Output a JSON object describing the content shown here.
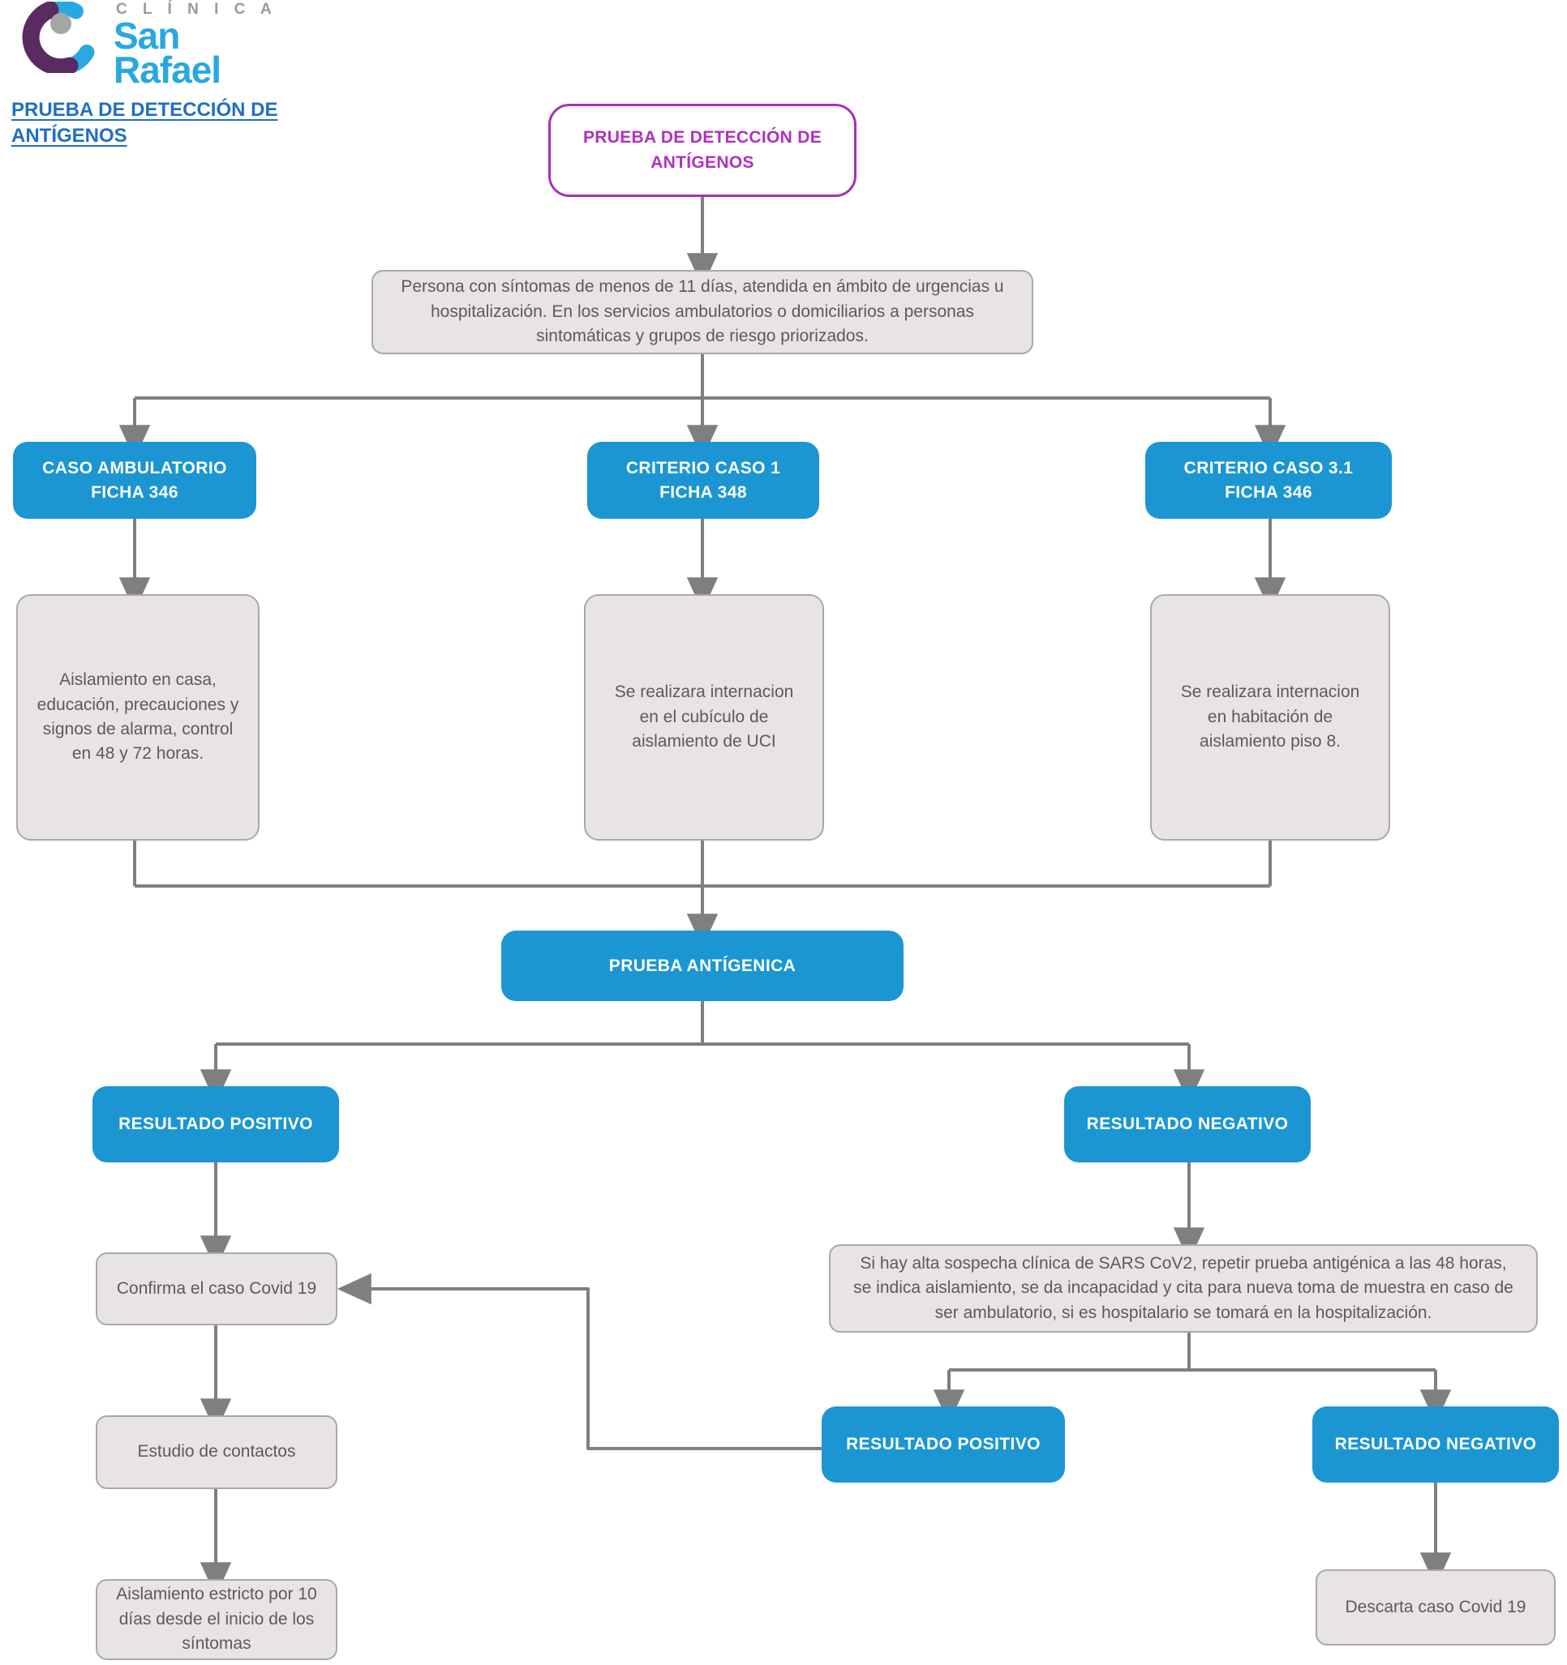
{
  "brand": {
    "logo_icon": "clinic-circle-logo",
    "clinica": "C L Í N I C A",
    "san": "San",
    "rafael": "Rafael",
    "colors": {
      "purple": "#5b2a62",
      "blue": "#29a8e0",
      "gray": "#9a9a9a"
    }
  },
  "page": {
    "title": "PRUEBA DE DETECCIÓN DE ANTÍGENOS",
    "title_color": "#1f6fc4"
  },
  "theme": {
    "node_blue": "#1b96d2",
    "node_gray_fill": "#e8e3e6",
    "node_gray_border": "#a9a9a9",
    "node_purple_border": "#a431b8",
    "node_purple_text": "#b030c0",
    "edge": "#7f7f7f",
    "text_gray": "#5b5b5b"
  },
  "chart_data": {
    "type": "diagram",
    "title": "PRUEBA DE DETECCIÓN DE ANTÍGENOS",
    "nodes": [
      {
        "id": "start",
        "label": "PRUEBA DE DETECCIÓN DE\nANTÍGENOS",
        "style": "purple"
      },
      {
        "id": "criteria",
        "label": "Persona con síntomas de menos de 11 días, atendida en ámbito de urgencias u hospitalización. En los servicios ambulatorios o domiciliarios a personas sintomáticas y grupos de riesgo priorizados.",
        "style": "gray"
      },
      {
        "id": "caso_amb",
        "label": "CASO AMBULATORIO\nFICHA 346",
        "style": "blue"
      },
      {
        "id": "caso_1",
        "label": "CRITERIO CASO 1\nFICHA 348",
        "style": "blue"
      },
      {
        "id": "caso_31",
        "label": "CRITERIO CASO 3.1\nFICHA 346",
        "style": "blue"
      },
      {
        "id": "accion_amb",
        "label": "Aislamiento en casa, educación, precauciones y signos de alarma, control en 48 y 72 horas.",
        "style": "gray"
      },
      {
        "id": "accion_uci",
        "label": "Se realizara internacion en el cubículo de aislamiento de UCI",
        "style": "gray"
      },
      {
        "id": "accion_piso8",
        "label": "Se realizara internacion en habitación de aislamiento piso 8.",
        "style": "gray"
      },
      {
        "id": "prueba",
        "label": "PRUEBA ANTÍGENICA",
        "style": "blue"
      },
      {
        "id": "pos1",
        "label": "RESULTADO  POSITIVO",
        "style": "blue"
      },
      {
        "id": "neg1",
        "label": "RESULTADO  NEGATIVO",
        "style": "blue"
      },
      {
        "id": "confirma",
        "label": "Confirma el caso Covid 19",
        "style": "gray"
      },
      {
        "id": "contactos",
        "label": "Estudio de contactos",
        "style": "gray"
      },
      {
        "id": "aislamiento",
        "label": "Aislamiento estricto por 10 días desde el inicio de los síntomas",
        "style": "gray"
      },
      {
        "id": "repetir",
        "label": "Si hay alta sospecha clínica de SARS CoV2, repetir prueba antigénica a las 48 horas, se indica aislamiento, se da incapacidad y cita para nueva toma de muestra en caso de ser ambulatorio, si es hospitalario se tomará en la hospitalización.",
        "style": "gray"
      },
      {
        "id": "pos2",
        "label": "RESULTADO  POSITIVO",
        "style": "blue"
      },
      {
        "id": "neg2",
        "label": "RESULTADO  NEGATIVO",
        "style": "blue"
      },
      {
        "id": "descarta",
        "label": "Descarta caso Covid 19",
        "style": "gray"
      }
    ],
    "edges": [
      {
        "from": "start",
        "to": "criteria"
      },
      {
        "from": "criteria",
        "to": "caso_amb"
      },
      {
        "from": "criteria",
        "to": "caso_1"
      },
      {
        "from": "criteria",
        "to": "caso_31"
      },
      {
        "from": "caso_amb",
        "to": "accion_amb"
      },
      {
        "from": "caso_1",
        "to": "accion_uci"
      },
      {
        "from": "caso_31",
        "to": "accion_piso8"
      },
      {
        "from": "accion_amb",
        "to": "prueba"
      },
      {
        "from": "accion_uci",
        "to": "prueba"
      },
      {
        "from": "accion_piso8",
        "to": "prueba"
      },
      {
        "from": "prueba",
        "to": "pos1"
      },
      {
        "from": "prueba",
        "to": "neg1"
      },
      {
        "from": "pos1",
        "to": "confirma"
      },
      {
        "from": "confirma",
        "to": "contactos"
      },
      {
        "from": "contactos",
        "to": "aislamiento"
      },
      {
        "from": "neg1",
        "to": "repetir"
      },
      {
        "from": "repetir",
        "to": "pos2"
      },
      {
        "from": "repetir",
        "to": "neg2"
      },
      {
        "from": "pos2",
        "to": "confirma"
      },
      {
        "from": "neg2",
        "to": "descarta"
      }
    ]
  }
}
